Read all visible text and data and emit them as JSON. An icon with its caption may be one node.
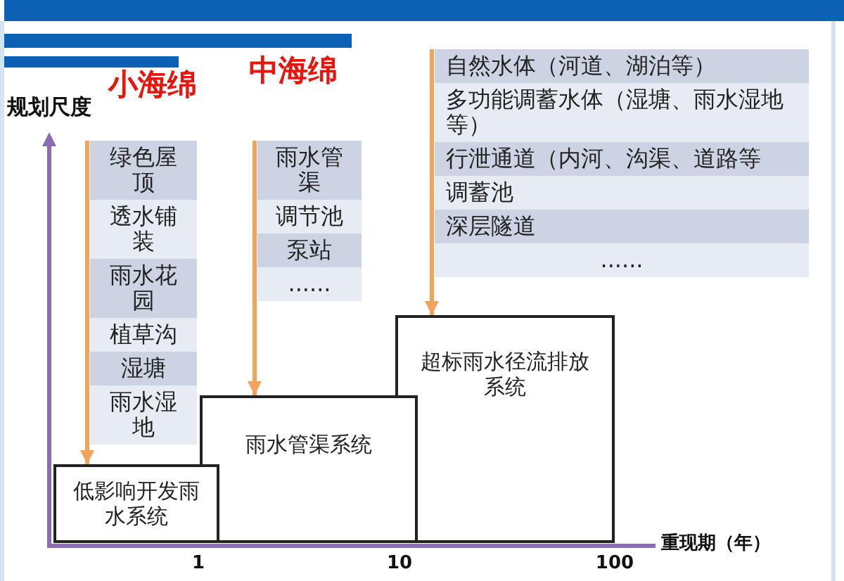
{
  "diagram": {
    "nodes": [
      {
        "text": [
          "绿色屋顶",
          "透水铺装",
          "雨水花园",
          "植草沟",
          "湿塘",
          "雨水湿地"
        ]
      },
      {
        "text": [
          "雨水管渠",
          "调节池",
          "泵站",
          "......"
        ]
      },
      {
        "text": [
          "自然水体（河道、湖泊等）",
          "多功能调蓄水体（湿塘、雨水湿地等）",
          "行泄通道（内河、沟渠、道路等",
          "调蓄池",
          "深层隧道",
          "......"
        ]
      },
      {
        "text": [
          "低影响开发雨水系统"
        ]
      },
      {
        "text": [
          "雨水管渠系统"
        ]
      },
      {
        "text": [
          "超标雨水径流排放系统"
        ]
      }
    ],
    "edges": [
      {
        "from": 0,
        "to": 3,
        "arrow": "to"
      },
      {
        "from": 1,
        "to": 4,
        "arrow": "to"
      },
      {
        "from": 2,
        "to": 5,
        "arrow": "to"
      }
    ],
    "labels": [
      "小海绵",
      "中海绵",
      "规划尺度",
      "1",
      "10",
      "100",
      "重现期（年）"
    ]
  }
}
